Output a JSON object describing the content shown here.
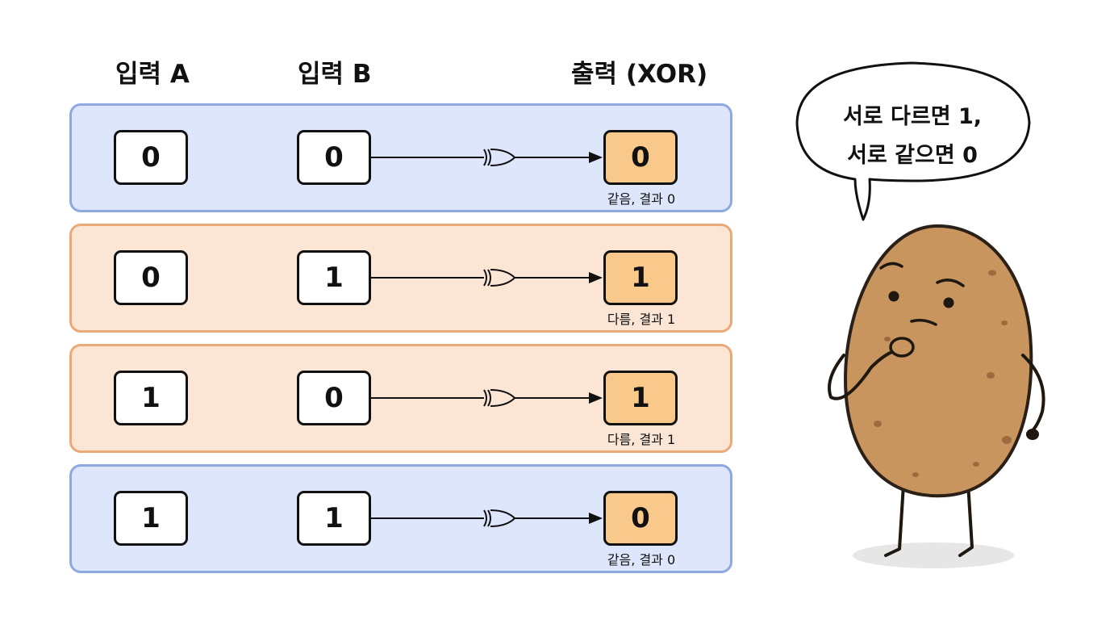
{
  "headers": {
    "input_a": "입력 A",
    "input_b": "입력 B",
    "output": "출력 (XOR)"
  },
  "rows": [
    {
      "a": "0",
      "b": "0",
      "out": "0",
      "note": "같음, 결과 0",
      "kind": "same"
    },
    {
      "a": "0",
      "b": "1",
      "out": "1",
      "note": "다름, 결과 1",
      "kind": "diff"
    },
    {
      "a": "1",
      "b": "0",
      "out": "1",
      "note": "다름, 결과 1",
      "kind": "diff"
    },
    {
      "a": "1",
      "b": "1",
      "out": "0",
      "note": "같음, 결과 0",
      "kind": "same"
    }
  ],
  "speech": {
    "line1": "서로 다르면 1,",
    "line2": "서로 같으면 0"
  },
  "icons": {
    "gate": "xor-gate-icon",
    "character": "potato-character"
  },
  "colors": {
    "same_fill": "#dde6fb",
    "same_border": "#8ea9df",
    "diff_fill": "#fbe6d6",
    "diff_border": "#eaa978",
    "output_fill": "#f9c98b",
    "potato": "#c9955e"
  }
}
